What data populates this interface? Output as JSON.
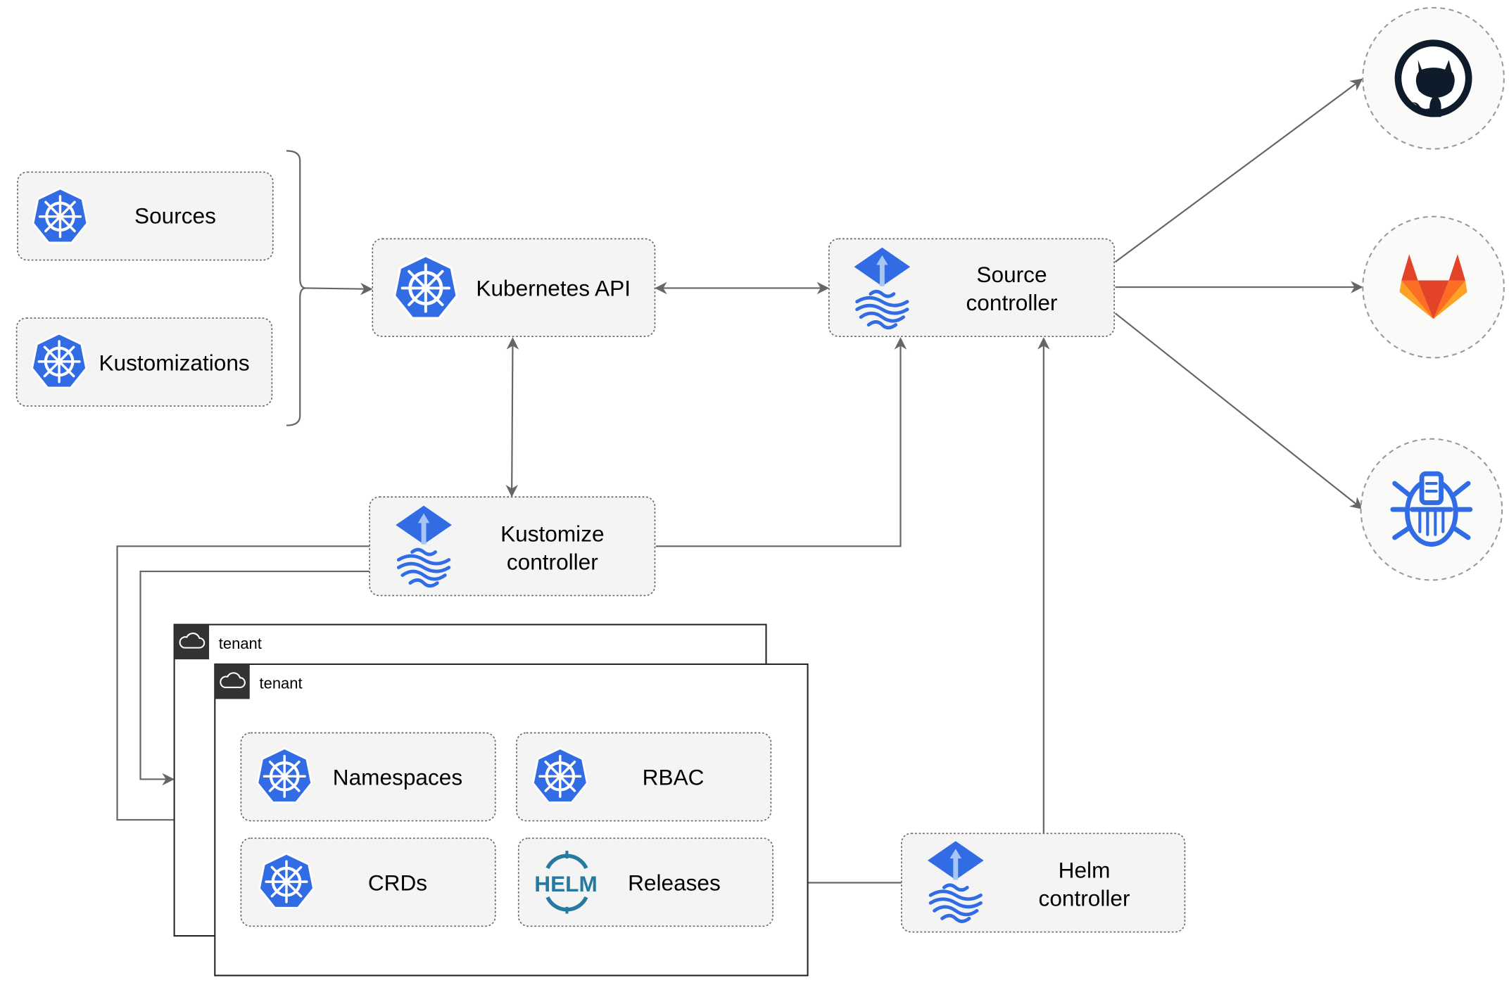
{
  "nodes": {
    "sources": "Sources",
    "kustomizations": "Kustomizations",
    "kubernetes_api": "Kubernetes API",
    "source_controller": [
      "Source",
      "controller"
    ],
    "kustomize_controller": [
      "Kustomize",
      "controller"
    ],
    "helm_controller": [
      "Helm",
      "controller"
    ],
    "namespaces": "Namespaces",
    "rbac": "RBAC",
    "crds": "CRDs",
    "releases": "Releases"
  },
  "tenants": [
    "tenant",
    "tenant"
  ],
  "helm_logo_text": "HELM",
  "external_sources": [
    "github-icon",
    "gitlab-icon",
    "bucket-icon"
  ],
  "colors": {
    "kubernetes_blue": "#326ce5",
    "flux_blue": "#326ce5",
    "helm_blue": "#277a9f",
    "gitlab_orange": "#e24329",
    "github_dark": "#0d1b2a",
    "edge": "#666666",
    "box_fill": "#f4f4f4"
  }
}
